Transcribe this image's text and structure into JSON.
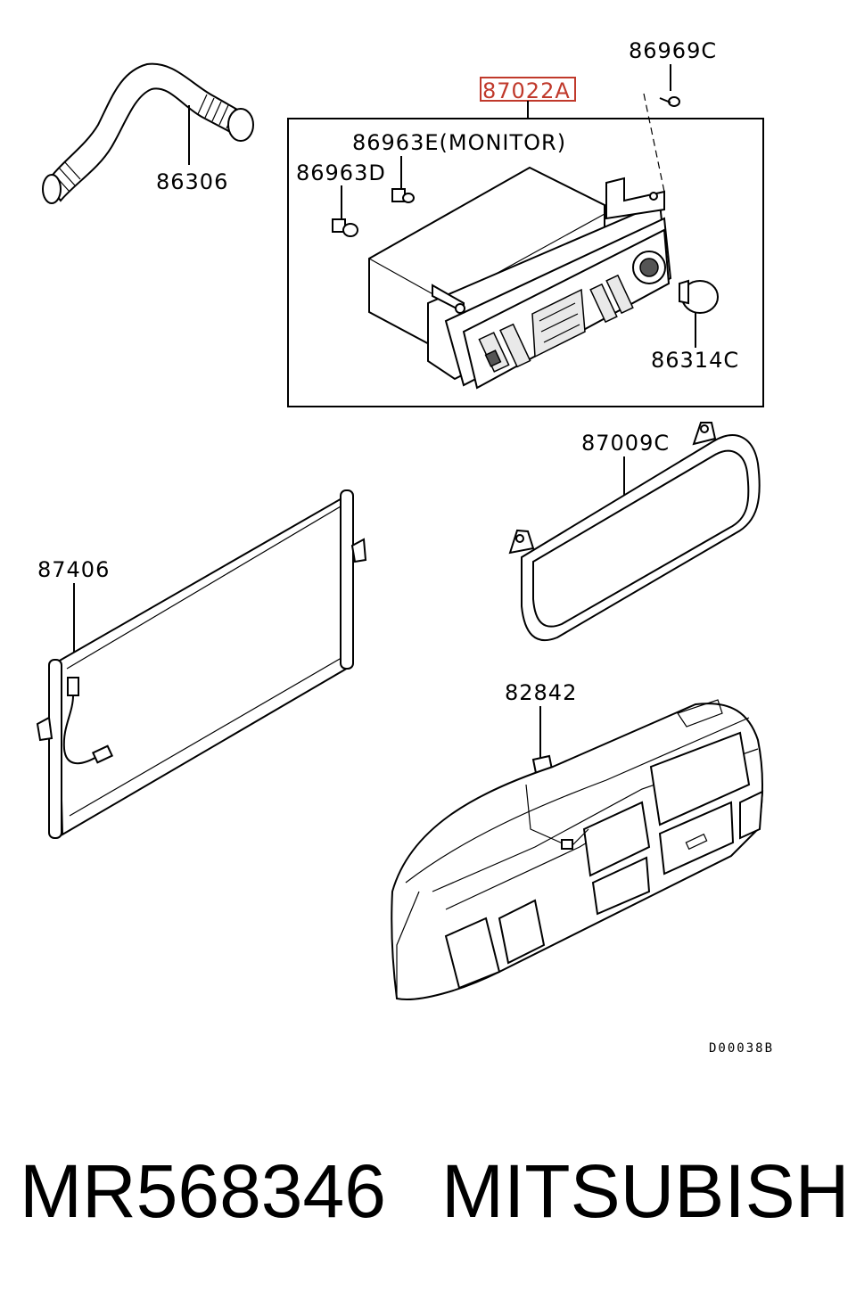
{
  "diagram": {
    "labels": {
      "hose": "86306",
      "control_unit": "87022A",
      "screw": "86969C",
      "monitor_bulb": "86963E(MONITOR)",
      "bulb": "86963D",
      "knob": "86314C",
      "panel": "87009C",
      "condenser_sensor": "87406",
      "dash_clip": "82842"
    },
    "drawing_code": "D00038B",
    "highlight_color": "#c0392b"
  },
  "caption": {
    "part_number": "MR568346",
    "brand": "MITSUBISHI"
  }
}
